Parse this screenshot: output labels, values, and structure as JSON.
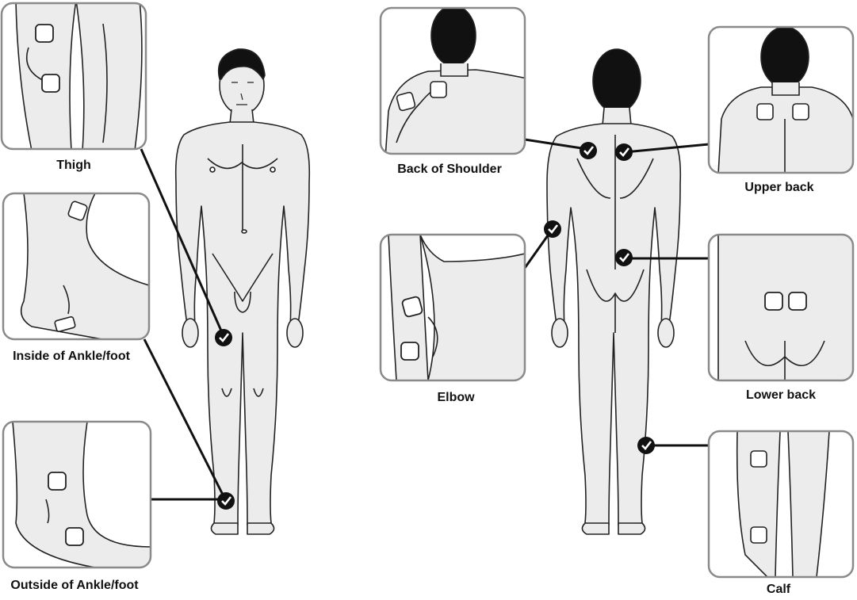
{
  "labels": {
    "thigh": "Thigh",
    "inside_ankle": "Inside of Ankle/foot",
    "outside_ankle": "Outside of Ankle/foot",
    "back_shoulder": "Back of Shoulder",
    "elbow": "Elbow",
    "upper_back": "Upper back",
    "lower_back": "Lower back",
    "calf": "Calf"
  },
  "colors": {
    "skin": "#ececec",
    "outline": "#222222",
    "panel_border": "#8a8a8a",
    "panel_fill": "#eeeeee",
    "hair": "#111111",
    "marker": "#111111",
    "pad": "#ffffff"
  },
  "icons": {
    "marker": "check-circle-icon",
    "pad": "electrode-pad-icon"
  }
}
